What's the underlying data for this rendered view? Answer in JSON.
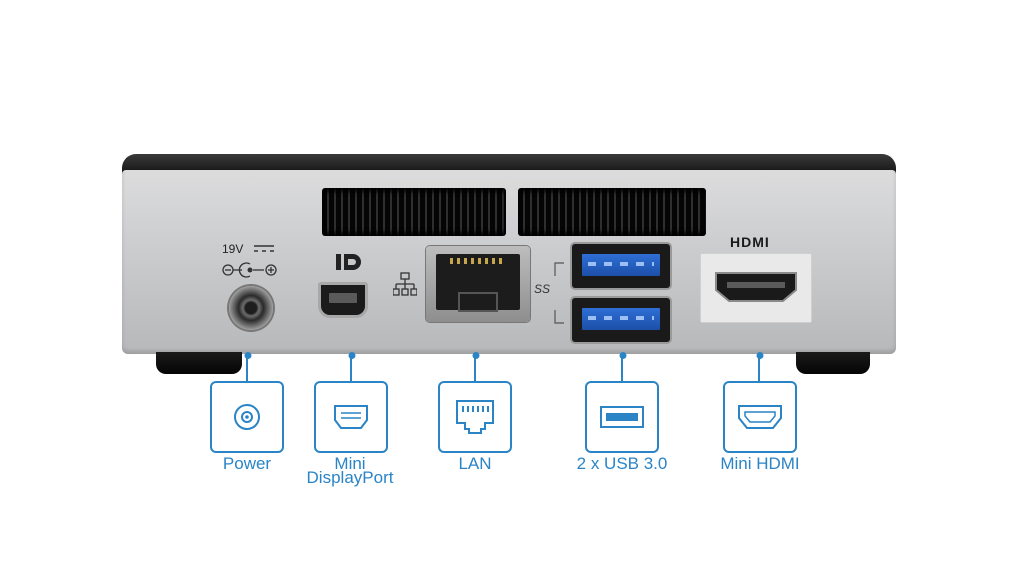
{
  "device": {
    "power_rating": "19V",
    "hdmi_logo": "HDMI",
    "usb_logo": "SS"
  },
  "callouts": [
    {
      "label": "Power",
      "icon": "power-port-icon"
    },
    {
      "label_line1": "Mini",
      "label_line2": "DisplayPort",
      "icon": "mini-displayport-icon"
    },
    {
      "label": "LAN",
      "icon": "ethernet-port-icon"
    },
    {
      "label": "2 x USB 3.0",
      "icon": "usb-port-icon"
    },
    {
      "label": "Mini HDMI",
      "icon": "hdmi-port-icon"
    }
  ],
  "colors": {
    "accent": "#2a84c6",
    "usb_blue": "#2f6fd6",
    "chassis": "#c7c8ca"
  }
}
